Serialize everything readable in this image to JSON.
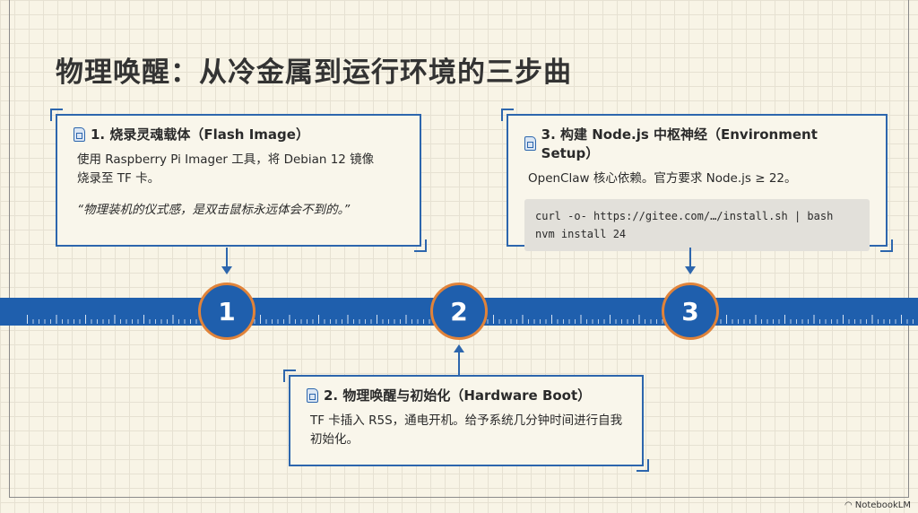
{
  "title": "物理唤醒：从冷金属到运行环境的三步曲",
  "steps": [
    {
      "number": "1",
      "heading": "1. 烧录灵魂载体（Flash Image）",
      "text": "使用 Raspberry Pi Imager 工具，将 Debian 12 镜像烧录至 TF 卡。",
      "quote": "“物理装机的仪式感，是双击鼠标永远体会不到的。”"
    },
    {
      "number": "2",
      "heading": "2. 物理唤醒与初始化（Hardware Boot）",
      "text": "TF 卡插入 R5S，通电开机。给予系统几分钟时间进行自我初始化。"
    },
    {
      "number": "3",
      "heading": "3. 构建 Node.js 中枢神经（Environment Setup）",
      "text": "OpenClaw 核心依赖。官方要求 Node.js ≥ 22。",
      "code": "curl -o- https://gitee.com/…/install.sh | bash\nnvm install 24"
    }
  ],
  "watermark": "NotebookLM",
  "colors": {
    "accent": "#1f5fad",
    "node_border": "#e0833a",
    "background": "#f8f4e6"
  }
}
